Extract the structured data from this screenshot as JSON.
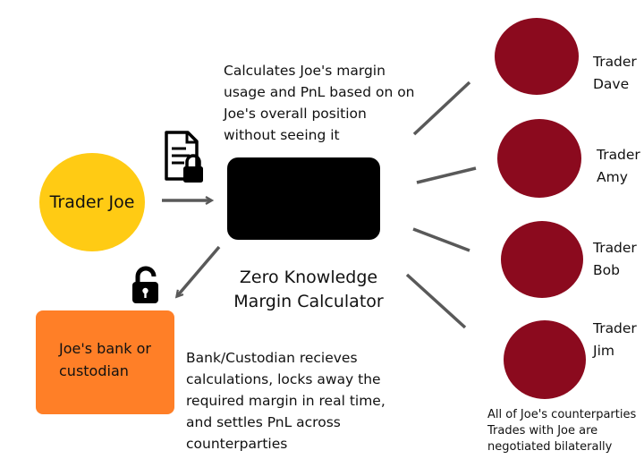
{
  "trader": {
    "label": "Trader Joe"
  },
  "calculator": {
    "label_line1": "Zero Knowledge",
    "label_line2": "Margin Calculator",
    "note": "Calculates Joe's margin usage and PnL based on on Joe's overall position without seeing it"
  },
  "bank": {
    "label": "Joe's bank or custodian",
    "note": "Bank/Custodian recieves calculations, locks away the required margin in real time, and settles PnL across counterparties"
  },
  "counterparties": [
    {
      "label": "Trader Dave"
    },
    {
      "label": "Trader Amy"
    },
    {
      "label": "Trader Bob"
    },
    {
      "label": "Trader Jim"
    }
  ],
  "counterparties_note": "All of Joe's counterparties Trades with Joe are negotiated bilaterally",
  "icons": {
    "document": "locked-document-icon",
    "padlock": "open-padlock-icon"
  },
  "colors": {
    "trader": "#FFCB14",
    "calculator": "#000000",
    "bank": "#FF7F27",
    "counterparty": "#8B0A1E",
    "connector": "#595959"
  }
}
